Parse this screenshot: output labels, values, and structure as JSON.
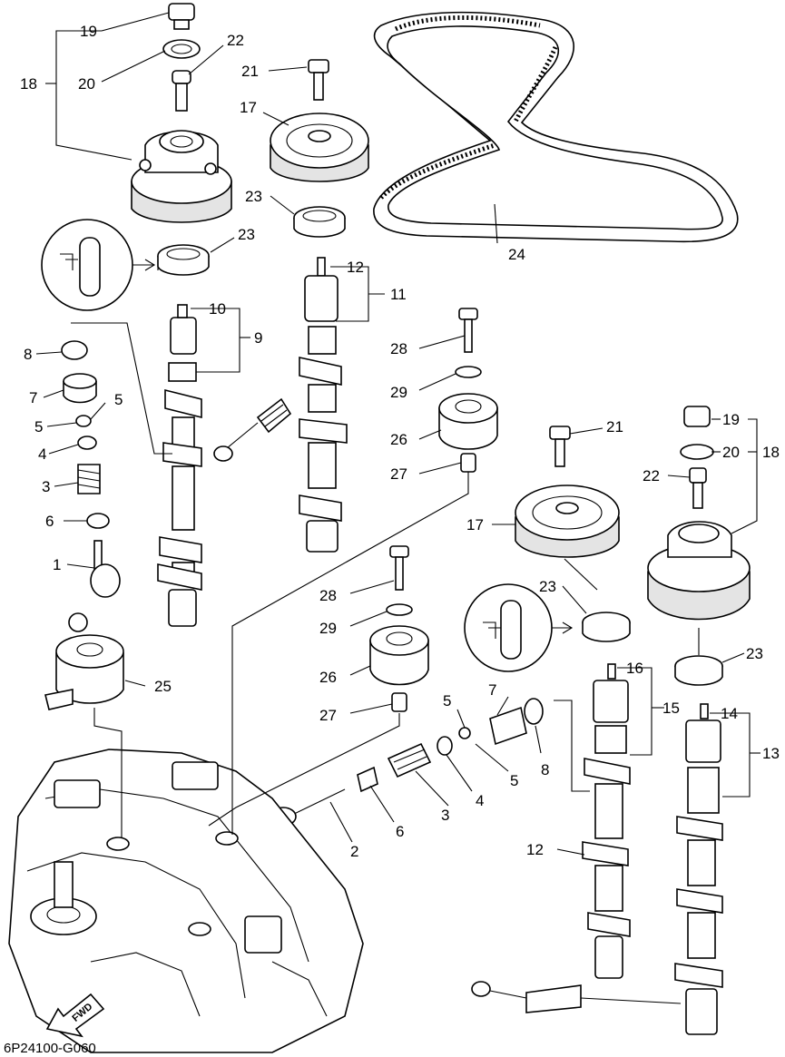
{
  "diagram": {
    "code": "6P24100-G060",
    "fwd_label": "FWD",
    "callouts": {
      "c19a": "19",
      "c22a": "22",
      "c18a": "18",
      "c20a": "20",
      "c21a": "21",
      "c17a": "17",
      "c23a": "23",
      "c23b": "23",
      "c24": "24",
      "c12a": "12",
      "c11": "11",
      "c10": "10",
      "c9": "9",
      "c8a": "8",
      "c7a": "7",
      "c5a": "5",
      "c5b": "5",
      "c4a": "4",
      "c3a": "3",
      "c6a": "6",
      "c1": "1",
      "c28a": "28",
      "c29a": "29",
      "c26a": "26",
      "c27a": "27",
      "c21b": "21",
      "c17b": "17",
      "c19b": "19",
      "c20b": "20",
      "c18b": "18",
      "c22b": "22",
      "c28b": "28",
      "c29b": "29",
      "c26b": "26",
      "c27b": "27",
      "c25": "25",
      "c23c": "23",
      "c23d": "23",
      "c16": "16",
      "c15": "15",
      "c14": "14",
      "c13": "13",
      "c7b": "7",
      "c8b": "8",
      "c5c": "5",
      "c5d": "5",
      "c4b": "4",
      "c3b": "3",
      "c6b": "6",
      "c2": "2",
      "c12b": "12"
    }
  }
}
